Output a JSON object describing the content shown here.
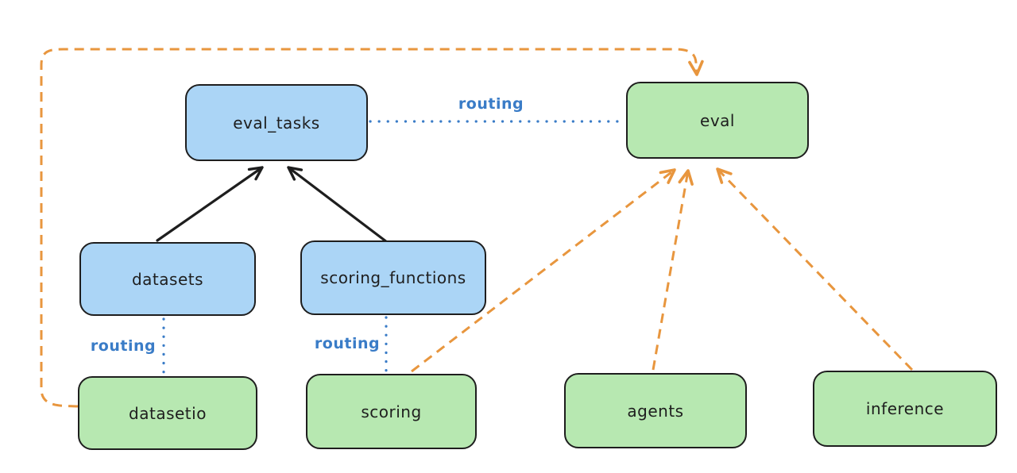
{
  "diagram": {
    "palette": {
      "background": "#ffffff",
      "stroke": "#1e1e1e",
      "blue_fill": "#abd5f6",
      "green_fill": "#b7e8b1",
      "orange": "#e8963e",
      "routing_blue": "#3a7cc7"
    },
    "nodes": [
      {
        "id": "eval_tasks",
        "label": "eval_tasks",
        "color": "blue"
      },
      {
        "id": "eval",
        "label": "eval",
        "color": "green"
      },
      {
        "id": "datasets",
        "label": "datasets",
        "color": "blue"
      },
      {
        "id": "scoring_functions",
        "label": "scoring_functions",
        "color": "blue"
      },
      {
        "id": "datasetio",
        "label": "datasetio",
        "color": "green"
      },
      {
        "id": "scoring",
        "label": "scoring",
        "color": "green"
      },
      {
        "id": "agents",
        "label": "agents",
        "color": "green"
      },
      {
        "id": "inference",
        "label": "inference",
        "color": "green"
      }
    ],
    "edges": [
      {
        "from": "datasets",
        "to": "eval_tasks",
        "style": "solid-black-arrow"
      },
      {
        "from": "scoring_functions",
        "to": "eval_tasks",
        "style": "solid-black-arrow"
      },
      {
        "from": "eval_tasks",
        "to": "eval",
        "style": "dotted-blue",
        "label": "routing"
      },
      {
        "from": "datasets",
        "to": "datasetio",
        "style": "dotted-blue",
        "label": "routing"
      },
      {
        "from": "scoring_functions",
        "to": "scoring",
        "style": "dotted-blue",
        "label": "routing"
      },
      {
        "from": "datasetio",
        "to": "eval",
        "style": "dashed-orange-arrow"
      },
      {
        "from": "scoring",
        "to": "eval",
        "style": "dashed-orange-arrow"
      },
      {
        "from": "agents",
        "to": "eval",
        "style": "dashed-orange-arrow"
      },
      {
        "from": "inference",
        "to": "eval",
        "style": "dashed-orange-arrow"
      }
    ]
  }
}
